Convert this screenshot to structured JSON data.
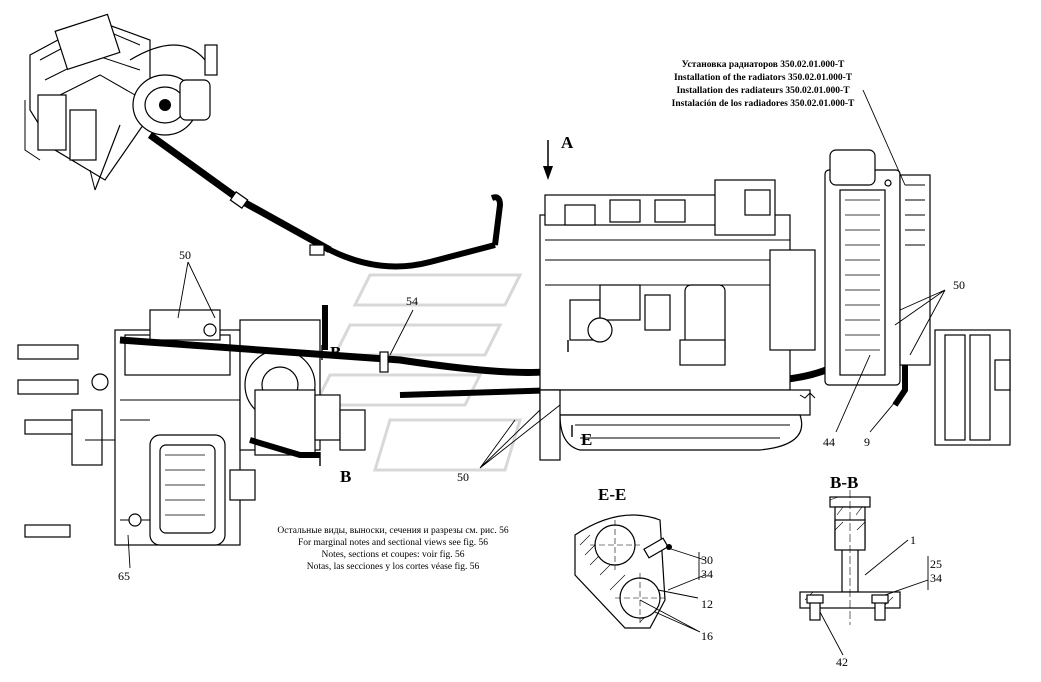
{
  "radiator_note": {
    "ru": "Установка радиаторов 350.02.01.000-Т",
    "en": "Installation of the radiators 350.02.01.000-T",
    "fr": "Installation des radiateurs 350.02.01.000-T",
    "es": "Instalación de los radiadores 350.02.01.000-T"
  },
  "views_note": {
    "ru": "Остальные виды, выноски, сечения и разрезы см. рис. 56",
    "en": "For marginal notes and sectional views see fig. 56",
    "fr": "Notes, sections et coupes: voir fig. 56",
    "es": "Notas, las secciones y los cortes véase fig. 56"
  },
  "view_labels": {
    "a": "A",
    "b_top": "B",
    "b_bottom": "B",
    "e_marker": "E",
    "section_ee": "E-E",
    "section_bb": "B-B"
  },
  "callouts": {
    "c50_left": "50",
    "c54": "54",
    "c50_right": "50",
    "c44": "44",
    "c9": "9",
    "c50_bottom": "50",
    "c65": "65",
    "c30": "30",
    "c34_ee": "34",
    "c12": "12",
    "c16": "16",
    "c1": "1",
    "c25": "25",
    "c34_bb": "34",
    "c42": "42"
  }
}
